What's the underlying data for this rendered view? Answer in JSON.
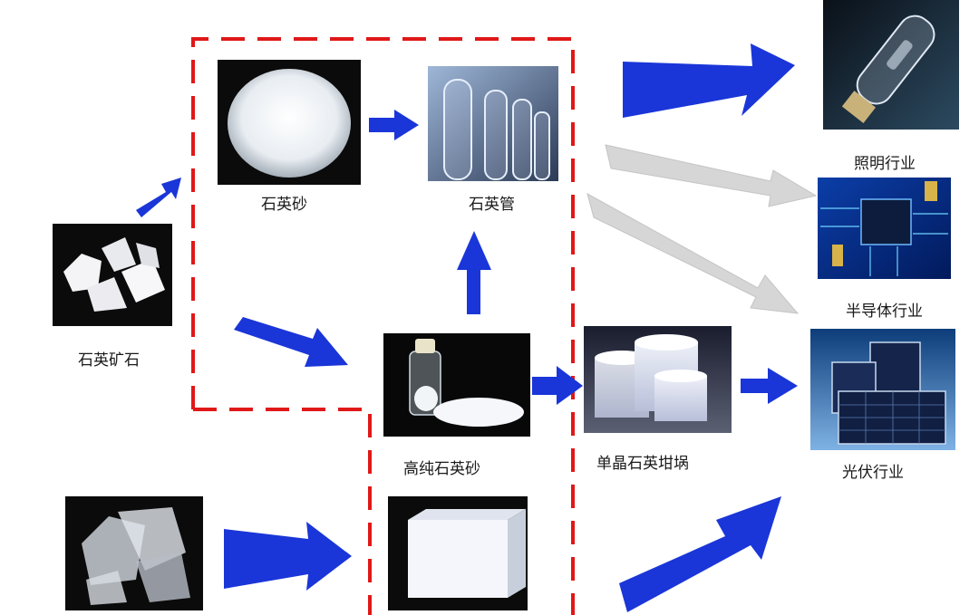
{
  "labels": {
    "quartz_ore": "石英矿石",
    "quartz_sand": "石英砂",
    "quartz_tube": "石英管",
    "high_purity_sand": "高纯石英砂",
    "crucible": "单晶石英坩埚",
    "lighting": "照明行业",
    "semiconductor": "半导体行业",
    "photovoltaic": "光伏行业"
  },
  "colors": {
    "flow_arrow": "#1a36d8",
    "secondary_arrow": "#d6d6d6",
    "boundary_dash": "#e01818",
    "tile_dark": "#0b0b0b"
  },
  "icons": {
    "quartz_ore": "white-rock-chunks",
    "quartz_sand": "white-granular-pile",
    "quartz_tube": "clear-glass-tubes",
    "high_purity_sand": "glass-bottle-with-powder",
    "crucible": "translucent-cylinder-crucibles",
    "raw_crystal": "clear-crystal-chips",
    "box_crucible": "white-square-box",
    "lighting": "lamp-bulb",
    "semiconductor": "circuit-board",
    "photovoltaic": "solar-panels"
  }
}
